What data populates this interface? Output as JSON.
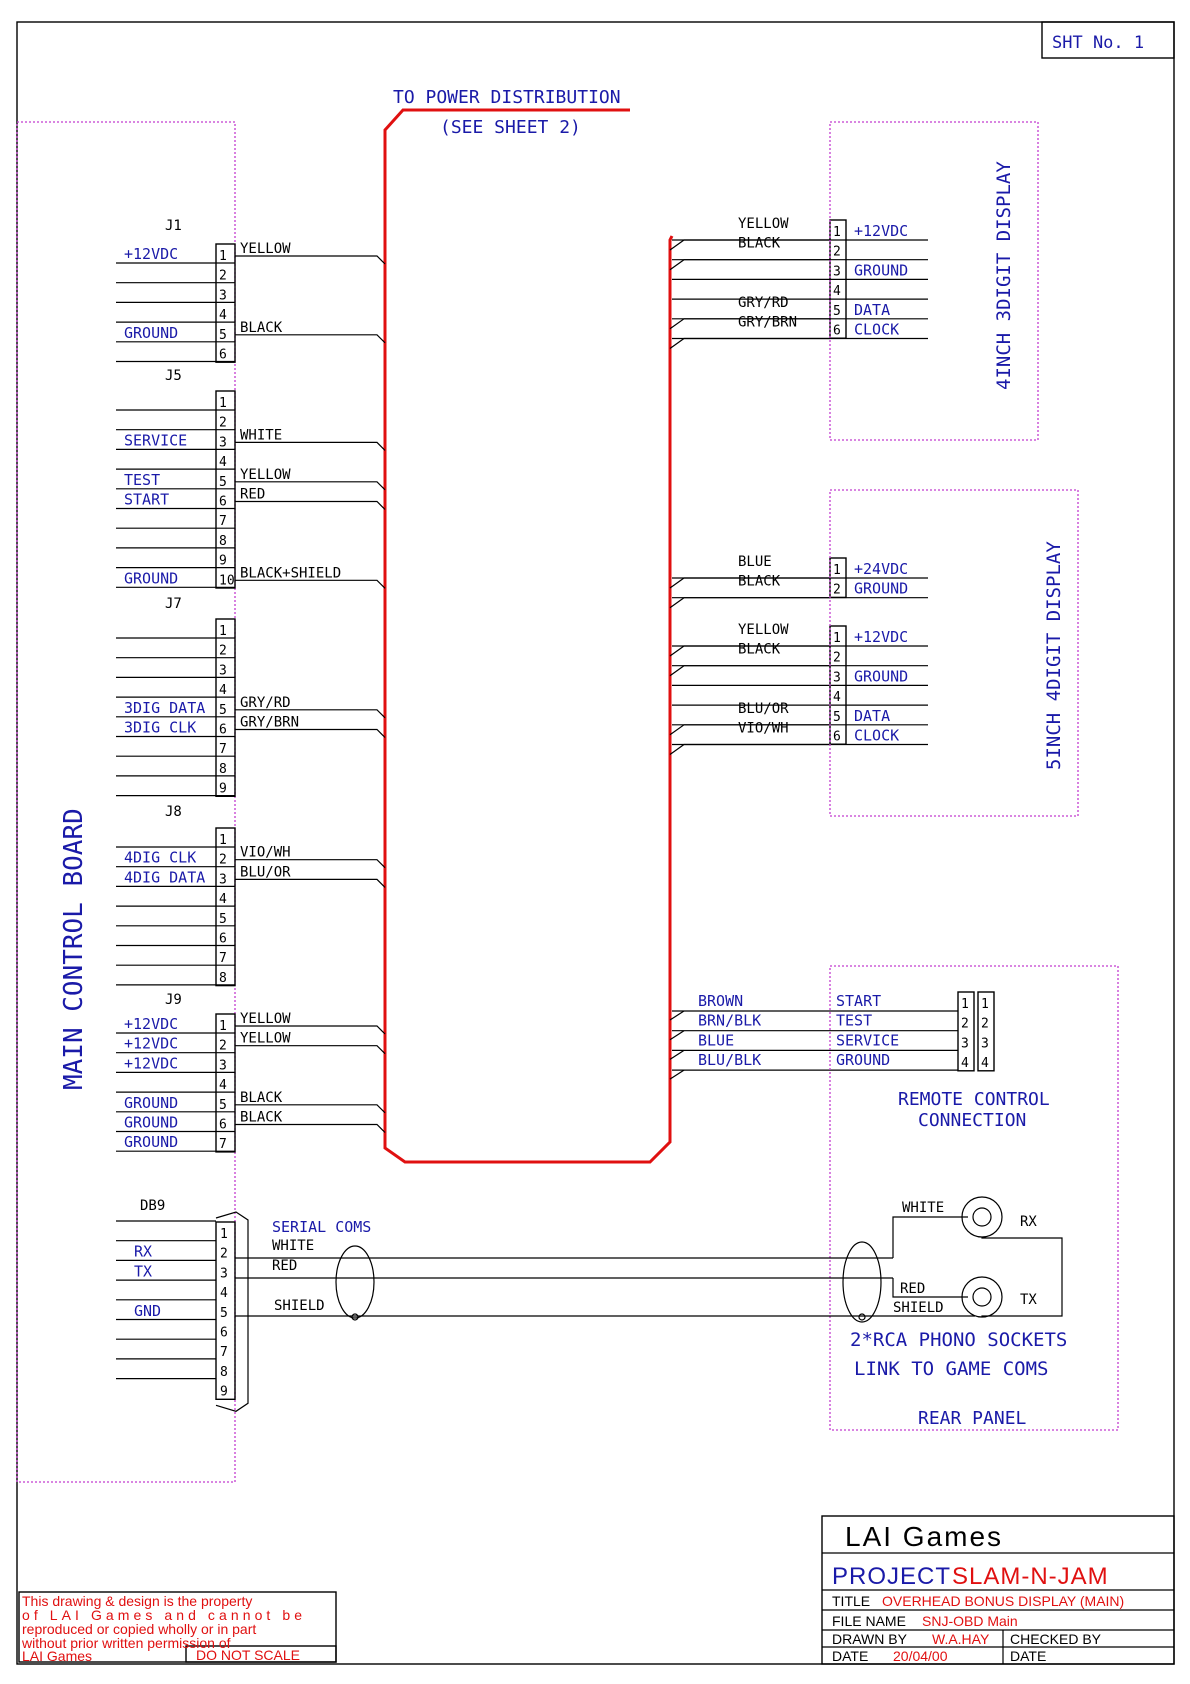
{
  "sheet": "SHT No. 1",
  "power_note": {
    "line1": "TO POWER DISTRIBUTION",
    "line2": "(SEE SHEET 2)"
  },
  "main_board": "MAIN CONTROL BOARD",
  "connectors": {
    "J1": {
      "label": "J1",
      "pins": [
        {
          "n": "1",
          "sig": "+12VDC",
          "wire": "YELLOW"
        },
        {
          "n": "2",
          "sig": "",
          "wire": ""
        },
        {
          "n": "3",
          "sig": "",
          "wire": ""
        },
        {
          "n": "4",
          "sig": "",
          "wire": ""
        },
        {
          "n": "5",
          "sig": "GROUND",
          "wire": "BLACK"
        },
        {
          "n": "6",
          "sig": "",
          "wire": ""
        }
      ]
    },
    "J5": {
      "label": "J5",
      "pins": [
        {
          "n": "1",
          "sig": "",
          "wire": ""
        },
        {
          "n": "2",
          "sig": "",
          "wire": ""
        },
        {
          "n": "3",
          "sig": "SERVICE",
          "wire": "WHITE"
        },
        {
          "n": "4",
          "sig": "",
          "wire": ""
        },
        {
          "n": "5",
          "sig": "TEST",
          "wire": "YELLOW"
        },
        {
          "n": "6",
          "sig": "START",
          "wire": "RED"
        },
        {
          "n": "7",
          "sig": "",
          "wire": ""
        },
        {
          "n": "8",
          "sig": "",
          "wire": ""
        },
        {
          "n": "9",
          "sig": "",
          "wire": ""
        },
        {
          "n": "10",
          "sig": "GROUND",
          "wire": "BLACK+SHIELD"
        }
      ]
    },
    "J7": {
      "label": "J7",
      "pins": [
        {
          "n": "1",
          "sig": "",
          "wire": ""
        },
        {
          "n": "2",
          "sig": "",
          "wire": ""
        },
        {
          "n": "3",
          "sig": "",
          "wire": ""
        },
        {
          "n": "4",
          "sig": "",
          "wire": ""
        },
        {
          "n": "5",
          "sig": "3DIG DATA",
          "wire": "GRY/RD"
        },
        {
          "n": "6",
          "sig": "3DIG CLK",
          "wire": "GRY/BRN"
        },
        {
          "n": "7",
          "sig": "",
          "wire": ""
        },
        {
          "n": "8",
          "sig": "",
          "wire": ""
        },
        {
          "n": "9",
          "sig": "",
          "wire": ""
        }
      ]
    },
    "J8": {
      "label": "J8",
      "pins": [
        {
          "n": "1",
          "sig": "",
          "wire": ""
        },
        {
          "n": "2",
          "sig": "4DIG CLK",
          "wire": "VIO/WH"
        },
        {
          "n": "3",
          "sig": "4DIG DATA",
          "wire": "BLU/OR"
        },
        {
          "n": "4",
          "sig": "",
          "wire": ""
        },
        {
          "n": "5",
          "sig": "",
          "wire": ""
        },
        {
          "n": "6",
          "sig": "",
          "wire": ""
        },
        {
          "n": "7",
          "sig": "",
          "wire": ""
        },
        {
          "n": "8",
          "sig": "",
          "wire": ""
        }
      ]
    },
    "J9": {
      "label": "J9",
      "pins": [
        {
          "n": "1",
          "sig": "+12VDC",
          "wire": "YELLOW"
        },
        {
          "n": "2",
          "sig": "+12VDC",
          "wire": "YELLOW"
        },
        {
          "n": "3",
          "sig": "+12VDC",
          "wire": ""
        },
        {
          "n": "4",
          "sig": "",
          "wire": ""
        },
        {
          "n": "5",
          "sig": "GROUND",
          "wire": "BLACK"
        },
        {
          "n": "6",
          "sig": "GROUND",
          "wire": "BLACK"
        },
        {
          "n": "7",
          "sig": "GROUND",
          "wire": ""
        }
      ]
    },
    "DB9": {
      "label": "DB9",
      "pins": [
        {
          "n": "1",
          "sig": ""
        },
        {
          "n": "2",
          "sig": "RX"
        },
        {
          "n": "3",
          "sig": "TX"
        },
        {
          "n": "4",
          "sig": ""
        },
        {
          "n": "5",
          "sig": "GND"
        },
        {
          "n": "6",
          "sig": ""
        },
        {
          "n": "7",
          "sig": ""
        },
        {
          "n": "8",
          "sig": ""
        },
        {
          "n": "9",
          "sig": ""
        }
      ]
    }
  },
  "serial": {
    "title": "SERIAL COMS",
    "white": "WHITE",
    "red": "RED",
    "shield": "SHIELD"
  },
  "display3": {
    "title": "4INCH 3DIGIT DISPLAY",
    "pins": [
      {
        "n": "1",
        "sig": "+12VDC",
        "wire": "YELLOW"
      },
      {
        "n": "2",
        "sig": "",
        "wire": "BLACK"
      },
      {
        "n": "3",
        "sig": "GROUND",
        "wire": ""
      },
      {
        "n": "4",
        "sig": "",
        "wire": ""
      },
      {
        "n": "5",
        "sig": "DATA",
        "wire": "GRY/RD"
      },
      {
        "n": "6",
        "sig": "CLOCK",
        "wire": "GRY/BRN"
      }
    ]
  },
  "display4": {
    "title": "5INCH 4DIGIT DISPLAY",
    "power": [
      {
        "n": "1",
        "sig": "+24VDC",
        "wire": "BLUE"
      },
      {
        "n": "2",
        "sig": "GROUND",
        "wire": "BLACK"
      }
    ],
    "pins": [
      {
        "n": "1",
        "sig": "+12VDC",
        "wire": "YELLOW"
      },
      {
        "n": "2",
        "sig": "",
        "wire": "BLACK"
      },
      {
        "n": "3",
        "sig": "GROUND",
        "wire": ""
      },
      {
        "n": "4",
        "sig": "",
        "wire": ""
      },
      {
        "n": "5",
        "sig": "DATA",
        "wire": "BLU/OR"
      },
      {
        "n": "6",
        "sig": "CLOCK",
        "wire": "VIO/WH"
      }
    ]
  },
  "remote": {
    "title1": "REMOTE CONTROL",
    "title2": "CONNECTION",
    "pins": [
      {
        "n": "1",
        "sig": "START",
        "wire": "BROWN"
      },
      {
        "n": "2",
        "sig": "TEST",
        "wire": "BRN/BLK"
      },
      {
        "n": "3",
        "sig": "SERVICE",
        "wire": "BLUE"
      },
      {
        "n": "4",
        "sig": "GROUND",
        "wire": "BLU/BLK"
      }
    ]
  },
  "rear": {
    "white": "WHITE",
    "rx": "RX",
    "red": "RED",
    "shield": "SHIELD",
    "tx": "TX",
    "line1": "2*RCA PHONO SOCKETS",
    "line2": "LINK TO GAME COMS",
    "panel": "REAR PANEL"
  },
  "notice": {
    "l1": "This drawing & design is the property",
    "l2": "of LAI Games and cannot be",
    "l3": "reproduced or copied wholly or in part",
    "l4": "without prior written permission of",
    "l5": "LAI Games",
    "scale": "DO NOT SCALE"
  },
  "titleblock": {
    "company": "LAI Games",
    "project_label": "PROJECT",
    "project": "SLAM-N-JAM",
    "title_label": "TITLE",
    "title": "OVERHEAD BONUS DISPLAY (MAIN)",
    "file_label": "FILE NAME",
    "file": "SNJ-OBD Main",
    "drawn_label": "DRAWN BY",
    "drawn": "W.A.HAY",
    "checked_label": "CHECKED BY",
    "date_label": "DATE",
    "date": "20/04/00",
    "date2_label": "DATE"
  }
}
